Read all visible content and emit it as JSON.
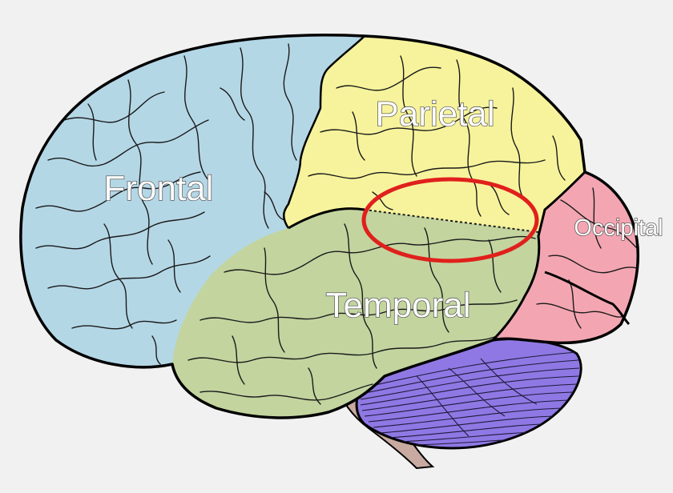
{
  "regions": {
    "frontal": {
      "label": "Frontal",
      "color": "#b4d7e6"
    },
    "parietal": {
      "label": "Parietal",
      "color": "#f7f39c"
    },
    "temporal": {
      "label": "Temporal",
      "color": "#c3d49f"
    },
    "occipital": {
      "label": "Occipital",
      "color": "#f3a6b2"
    },
    "cerebellum": {
      "label": "",
      "color": "#8f78e4"
    },
    "brainstem": {
      "label": "",
      "color": "#c8aaa0"
    }
  },
  "highlight": {
    "color": "#e0201c"
  },
  "background": "#f1f1f1"
}
